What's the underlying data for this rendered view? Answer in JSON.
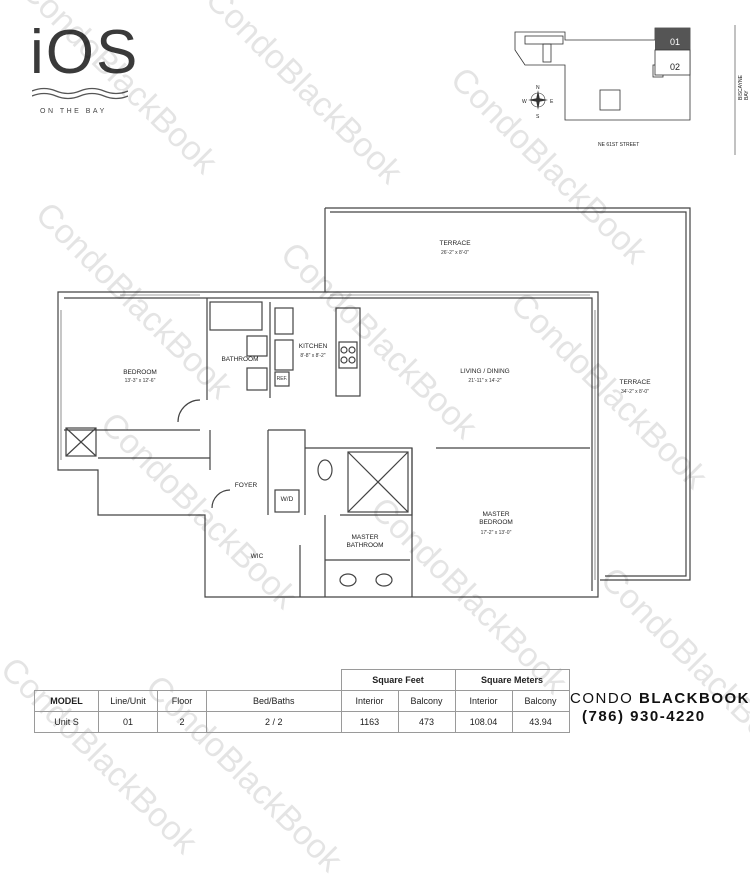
{
  "logo": {
    "main": "iOS",
    "sub": "ON THE BAY"
  },
  "watermark": "CondoBlackBook",
  "keyplan": {
    "street": "NE 61ST STREET",
    "side_street": "BISCAYNE BAY",
    "unit_01": "01",
    "unit_02": "02",
    "compass": {
      "n": "N",
      "s": "S",
      "e": "E",
      "w": "W"
    }
  },
  "rooms": {
    "terrace_top": {
      "name": "TERRACE",
      "dim": "26'-2\" x 8'-0\""
    },
    "terrace_right": {
      "name": "TERRACE",
      "dim": "34'-2\" x 8'-0\""
    },
    "bedroom": {
      "name": "BEDROOM",
      "dim": "13'-3\" x 12'-6\""
    },
    "bathroom": {
      "name": "BATHROOM"
    },
    "kitchen": {
      "name": "KITCHEN",
      "dim": "8'-8\" x 8'-2\""
    },
    "ref": "REF.",
    "living": {
      "name": "LIVING / DINING",
      "dim": "21'-11\" x 14'-2\""
    },
    "foyer": {
      "name": "FOYER"
    },
    "wd": "W/D",
    "master_bedroom": {
      "name": "MASTER BEDROOM",
      "dim": "17'-2\" x 13'-0\""
    },
    "master_bathroom": {
      "name": "MASTER BATHROOM"
    },
    "wic": {
      "name": "WIC"
    }
  },
  "table": {
    "group_sqft": "Square Feet",
    "group_sqm": "Square Meters",
    "headers": [
      "MODEL",
      "Line/Unit",
      "Floor",
      "Bed/Baths",
      "Interior",
      "Balcony",
      "Interior",
      "Balcony"
    ],
    "row": [
      "Unit S",
      "01",
      "2",
      "2 / 2",
      "1163",
      "473",
      "108.04",
      "43.94"
    ]
  },
  "brand": {
    "name_light": "CONDO ",
    "name_bold": "BLACKBOOK",
    "phone": "(786) 930-4220"
  }
}
